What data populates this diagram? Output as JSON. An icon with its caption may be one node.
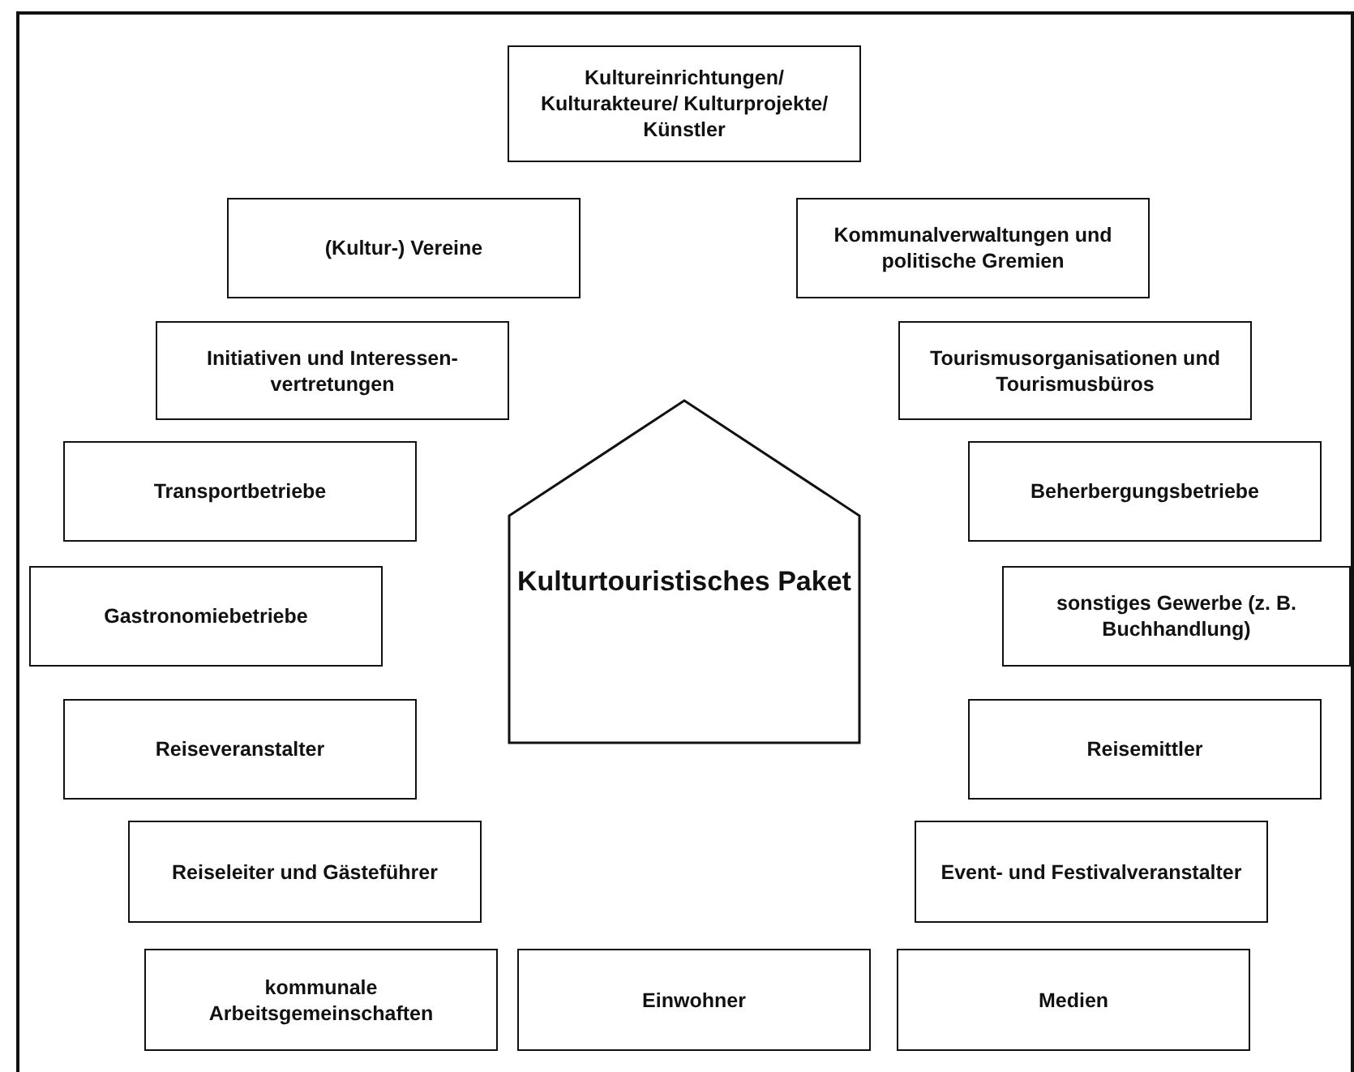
{
  "diagram": {
    "nodes": [
      {
        "text": [
          "Kultureinrichtungen/ Kulturakteure/ Kulturprojekte/ Künstler"
        ]
      },
      {
        "text": [
          "(Kultur-) Vereine"
        ]
      },
      {
        "text": [
          "Kommunalverwaltungen und politische Gremien"
        ]
      },
      {
        "text": [
          "Initiativen und Interessen-vertretungen"
        ]
      },
      {
        "text": [
          "Tourismusorganisationen und Tourismusbüros"
        ]
      },
      {
        "text": [
          "Transportbetriebe"
        ]
      },
      {
        "text": [
          "Kulturtouristisches Paket"
        ]
      },
      {
        "text": [
          "Beherbergungsbetriebe"
        ]
      },
      {
        "text": [
          "Gastronomiebetriebe"
        ]
      },
      {
        "text": [
          "sonstiges Gewerbe (z. B. Buchhandlung)"
        ]
      },
      {
        "text": [
          "Reiseveranstalter"
        ]
      },
      {
        "text": [
          "Reisemittler"
        ]
      },
      {
        "text": [
          "Reiseleiter und Gästeführer"
        ]
      },
      {
        "text": [
          "Event- und Festivalveranstalter"
        ]
      },
      {
        "text": [
          "kommunale Arbeitsgemeinschaften"
        ]
      },
      {
        "text": [
          "Einwohner"
        ]
      },
      {
        "text": [
          "Medien"
        ]
      }
    ]
  }
}
